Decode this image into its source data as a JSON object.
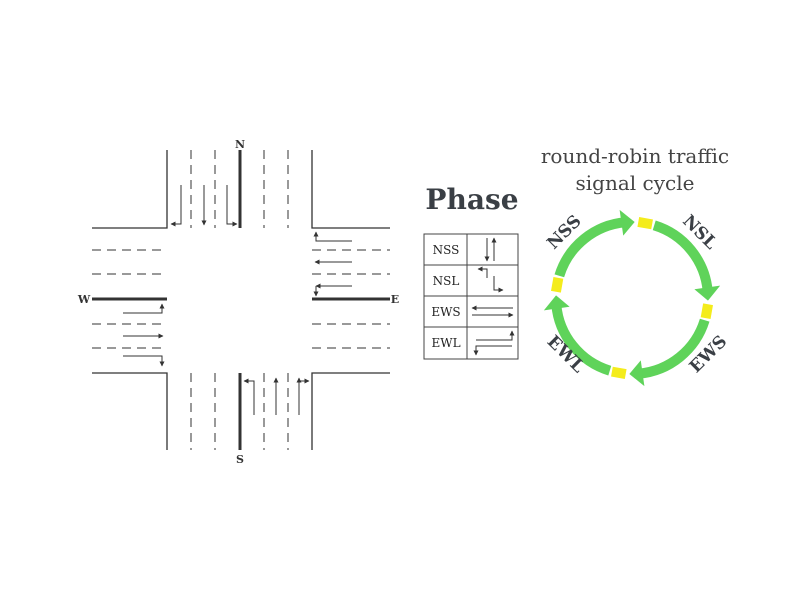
{
  "intersection": {
    "directions": {
      "north": "N",
      "south": "S",
      "west": "W",
      "east": "E"
    }
  },
  "phase_table": {
    "title": "Phase",
    "rows": [
      {
        "label": "NSS"
      },
      {
        "label": "NSL"
      },
      {
        "label": "EWS"
      },
      {
        "label": "EWL"
      }
    ]
  },
  "cycle": {
    "title_line1": "round-robin traffic",
    "title_line2": "signal cycle",
    "phases": [
      "NSS",
      "NSL",
      "EWS",
      "EWL"
    ],
    "colors": {
      "arrow": "#5fd35a",
      "transition": "#f4ec1c"
    }
  }
}
